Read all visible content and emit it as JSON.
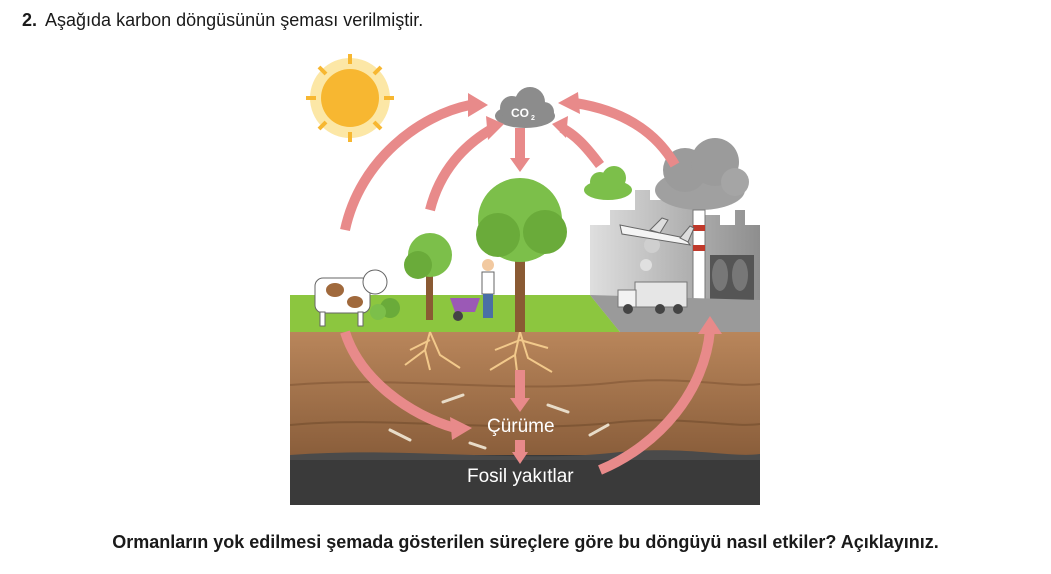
{
  "question": {
    "number": "2.",
    "intro": "Aşağıda karbon döngüsünün şeması verilmiştir.",
    "prompt": "Ormanların yok edilmesi şemada gösterilen süreçlere göre bu döngüyü nasıl etkiler? Açıklayınız."
  },
  "diagram": {
    "co2_label": "CO",
    "co2_subscript": "2",
    "decay_label": "Çürüme",
    "fossil_label": "Fosil yakıtlar"
  },
  "colors": {
    "arrow": "#e88a8a",
    "arrow_stroke": "#b85c5c",
    "sky_ground_green": "#8cc63f",
    "soil": "#a8754c",
    "fossil_layer": "#3a3a3a",
    "sun": "#f7b731",
    "cloud": "#9b9b9b"
  }
}
